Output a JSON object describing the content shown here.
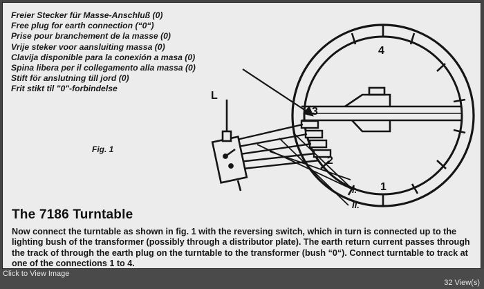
{
  "scan": {
    "lang_lines": [
      "Freier Stecker für Masse-Anschluß (0)",
      "Free plug for earth connection (“0“)",
      "Prise pour branchement de la masse (0)",
      "Vrije steker voor aansluiting massa (0)",
      "Clavija disponible para la conexión a masa (0)",
      "Spina libera per il collegamento alla massa (0)",
      "Stift för anslutning till jord (0)",
      "Frit stikt til \"0\"-forbindelse"
    ],
    "fig_label": "Fig. 1",
    "diagram_labels": {
      "L": "L",
      "n1": "1",
      "n2": "2",
      "n3": "3",
      "n4": "4",
      "roman1": "I.",
      "roman2": "II."
    },
    "heading": "The 7186 Turntable",
    "body": "Now connect the turntable as shown in fig. 1 with the reversing switch, which in turn is connected up to the lighting bush of the transformer (possibly through a distributor plate). The earth return current passes through the track of through the earth plug on the turntable to the transformer (bush “0“). Connect turntable to track at one of the connections 1 to 4."
  },
  "status": {
    "click_label": "Click to View Image",
    "views": "32 View(s)"
  }
}
